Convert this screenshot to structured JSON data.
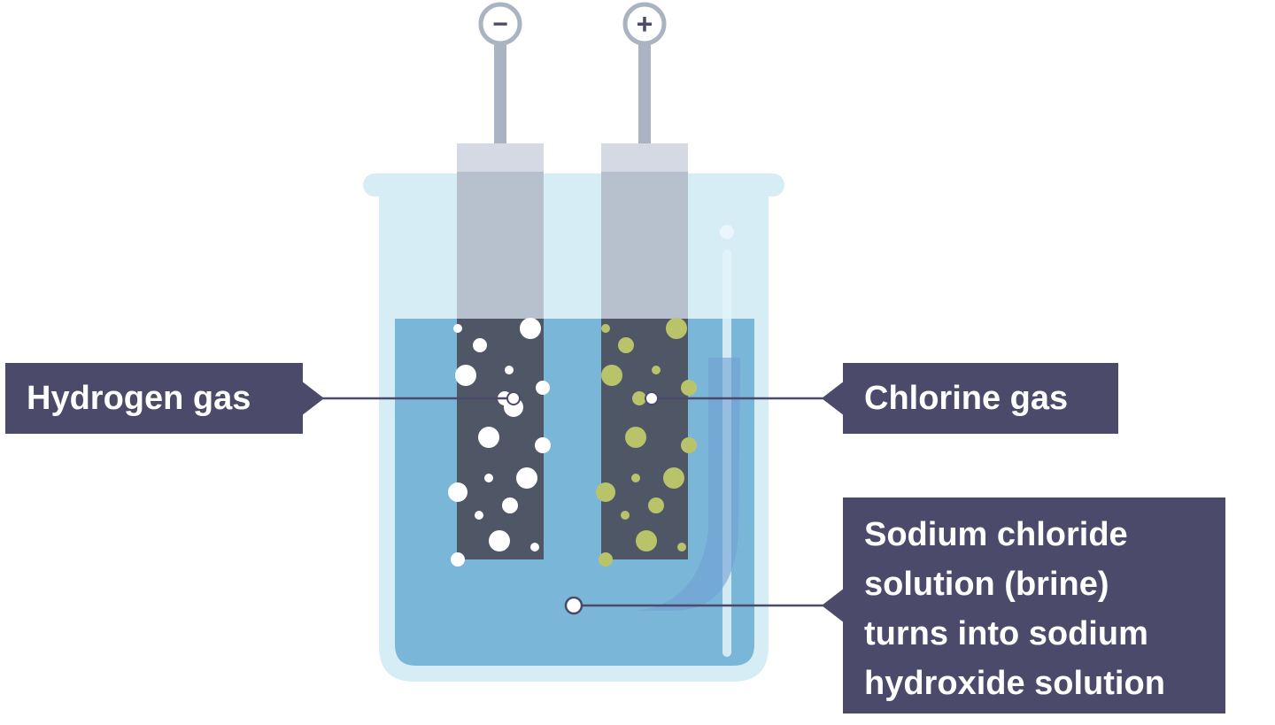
{
  "diagram": {
    "terminals": {
      "negative_symbol": "−",
      "positive_symbol": "+"
    },
    "labels": {
      "hydrogen": "Hydrogen gas",
      "chlorine": "Chlorine gas",
      "brine_lines": [
        "Sodium chloride",
        "solution (brine)",
        "turns into sodium",
        "hydroxide solution"
      ]
    },
    "colors": {
      "label_bg": "#4b4a6a",
      "label_text": "#ffffff",
      "beaker_glass": "#d6edf5",
      "solution": "#7ab6d8",
      "electrode_top": "#b7c1ce",
      "electrode_dark": "#4f5666",
      "hydrogen_bubbles": "#ffffff",
      "chlorine_bubbles": "#b9c46a",
      "leader_line": "#4b4a6a"
    },
    "icons": [
      "negative-terminal-icon",
      "positive-terminal-icon"
    ]
  }
}
